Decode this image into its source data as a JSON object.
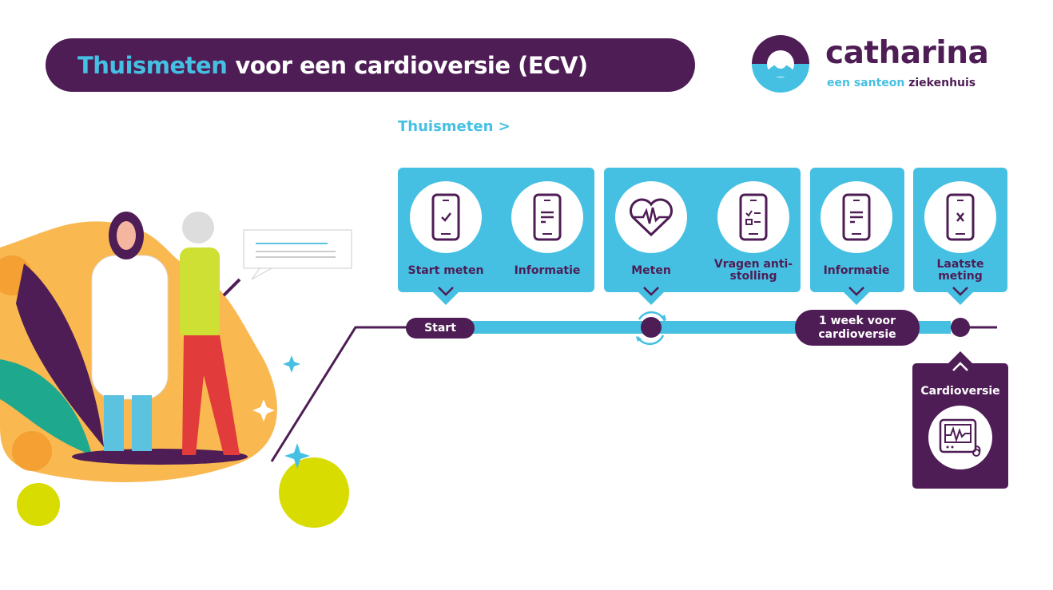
{
  "header": {
    "title_highlight": "Thuismeten",
    "title_rest": "voor een cardioversie (ECV)"
  },
  "logo": {
    "name": "catharina",
    "sub_highlight": "een santeon",
    "sub_rest": "ziekenhuis"
  },
  "breadcrumb": "Thuismeten >",
  "steps": [
    {
      "label": "Start meten",
      "icon": "phone-check-icon"
    },
    {
      "label": "Informatie",
      "icon": "phone-document-icon"
    },
    {
      "label": "Meten",
      "icon": "heart-pulse-icon"
    },
    {
      "label": "Vragen anti-stolling",
      "icon": "phone-checklist-icon"
    },
    {
      "label": "Informatie",
      "icon": "phone-document-icon"
    },
    {
      "label": "Laatste meting",
      "icon": "phone-x-icon"
    }
  ],
  "timeline": {
    "start": "Start",
    "week": "1 week voor cardioversie"
  },
  "final": {
    "label": "Cardioversie",
    "icon": "heart-monitor-icon"
  },
  "colors": {
    "purple": "#4e1d55",
    "cyan": "#45c0e2",
    "orange": "#f9b850",
    "yellow": "#d9dc00"
  }
}
